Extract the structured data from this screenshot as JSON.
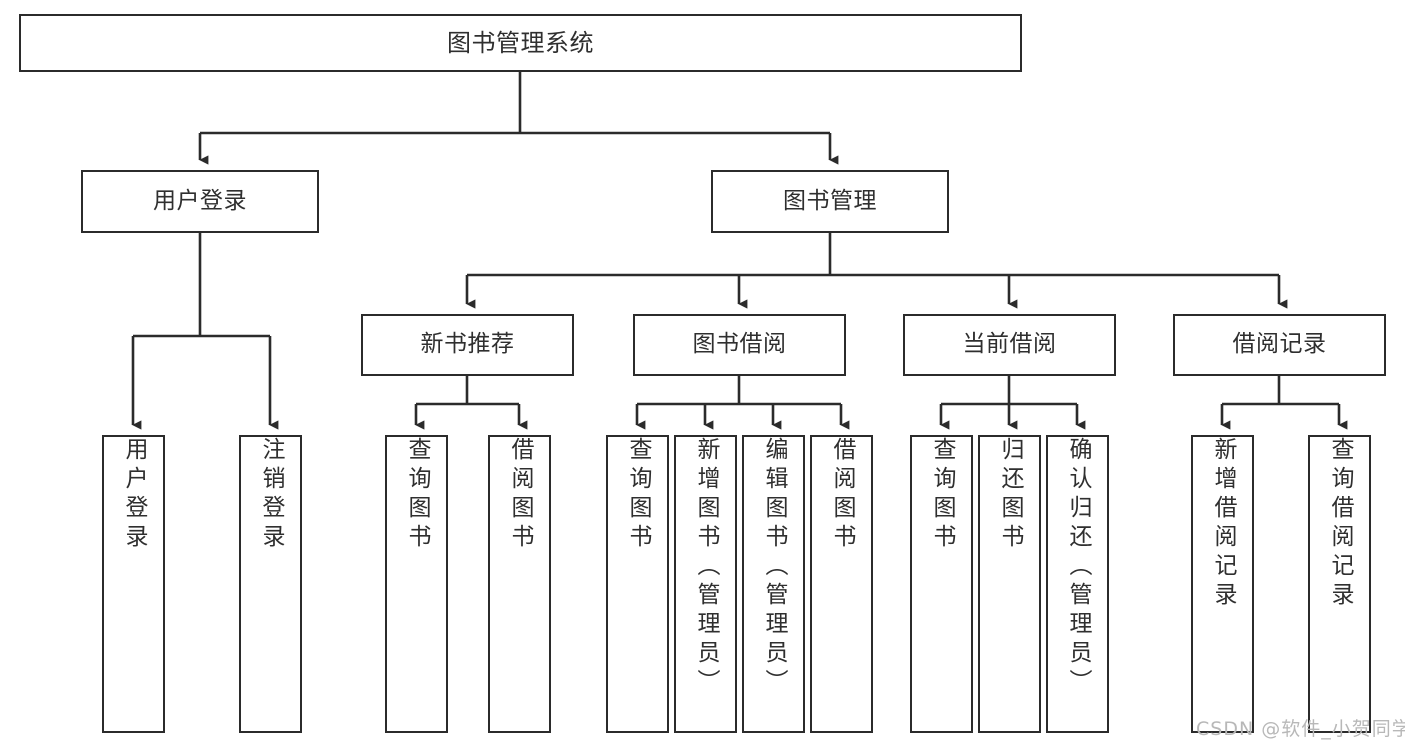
{
  "diagram": {
    "title": "图书管理系统",
    "type": "tree-hierarchy",
    "root": {
      "label": "图书管理系统"
    },
    "level2": [
      {
        "label": "用户登录"
      },
      {
        "label": "图书管理"
      }
    ],
    "level3": [
      {
        "label": "新书推荐"
      },
      {
        "label": "图书借阅"
      },
      {
        "label": "当前借阅"
      },
      {
        "label": "借阅记录"
      }
    ],
    "leaves": {
      "user_login": [
        {
          "label": "用户登录"
        },
        {
          "label": "注销登录"
        }
      ],
      "new_book_recommend": [
        {
          "label": "查询图书"
        },
        {
          "label": "借阅图书"
        }
      ],
      "book_borrow": [
        {
          "label": "查询图书"
        },
        {
          "label": "新增图书（管理员）"
        },
        {
          "label": "编辑图书（管理员）"
        },
        {
          "label": "借阅图书"
        }
      ],
      "current_borrow": [
        {
          "label": "查询图书"
        },
        {
          "label": "归还图书"
        },
        {
          "label": "确认归还（管理员）"
        }
      ],
      "borrow_record": [
        {
          "label": "新增借阅记录"
        },
        {
          "label": "查询借阅记录"
        }
      ]
    }
  },
  "watermark": {
    "text": "CSDN @软件_小贺同学"
  },
  "colors": {
    "stroke": "#2b2b2b",
    "text": "#2f2f2f",
    "background": "#ffffff",
    "watermark": "#b8b8b8"
  }
}
